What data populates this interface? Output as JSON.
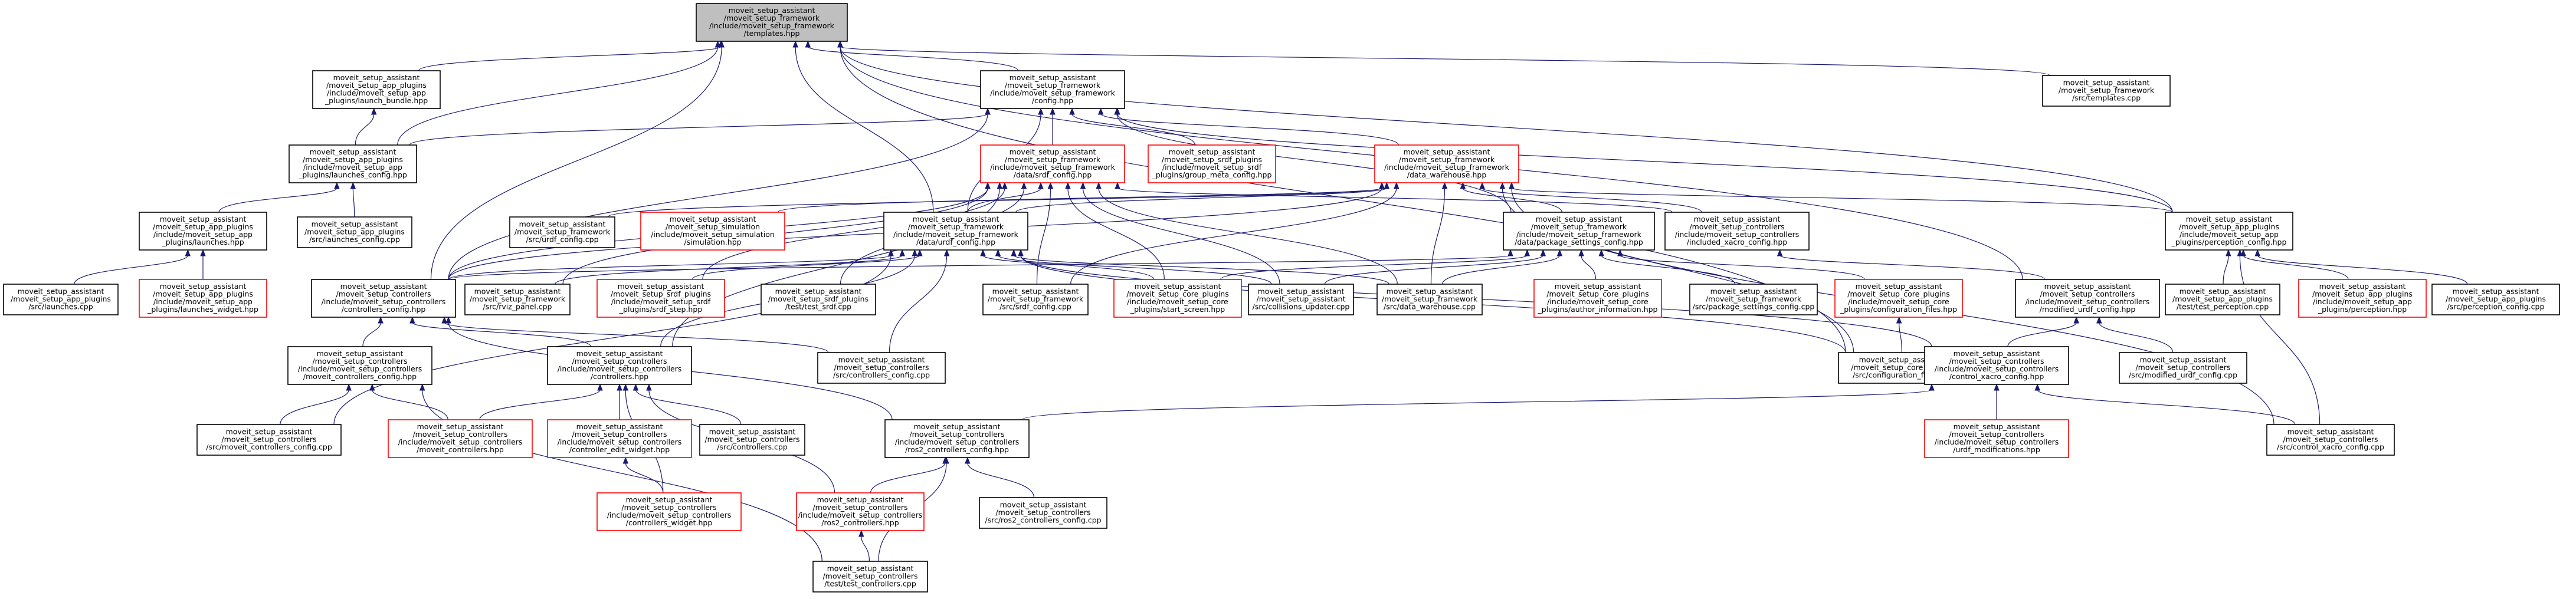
{
  "colors": {
    "edge": "#191970",
    "border_black": "#000000",
    "border_red": "#ff0000",
    "root_fill": "#bfbfbf",
    "fill": "#ffffff"
  },
  "nodes": [
    {
      "id": "templates_hpp",
      "lines": [
        "moveit_setup_assistant",
        "/moveit_setup_framework",
        "/include/moveit_setup_framework",
        "/templates.hpp"
      ],
      "border": "black",
      "fill": "root"
    },
    {
      "id": "launch_bundle",
      "lines": [
        "moveit_setup_assistant",
        "/moveit_setup_app_plugins",
        "/include/moveit_setup_app",
        "_plugins/launch_bundle.hpp"
      ],
      "border": "black"
    },
    {
      "id": "config_hpp",
      "lines": [
        "moveit_setup_assistant",
        "/moveit_setup_framework",
        "/include/moveit_setup_framework",
        "/config.hpp"
      ],
      "border": "black"
    },
    {
      "id": "templates_cpp",
      "lines": [
        "moveit_setup_assistant",
        "/moveit_setup_framework",
        "/src/templates.cpp"
      ],
      "border": "black"
    },
    {
      "id": "launches_config_hpp",
      "lines": [
        "moveit_setup_assistant",
        "/moveit_setup_app_plugins",
        "/include/moveit_setup_app",
        "_plugins/launches_config.hpp"
      ],
      "border": "black"
    },
    {
      "id": "srdf_config_hpp",
      "lines": [
        "moveit_setup_assistant",
        "/moveit_setup_framework",
        "/include/moveit_setup_framework",
        "/data/srdf_config.hpp"
      ],
      "border": "red"
    },
    {
      "id": "group_meta_config",
      "lines": [
        "moveit_setup_assistant",
        "/moveit_setup_srdf_plugins",
        "/include/moveit_setup_srdf",
        "_plugins/group_meta_config.hpp"
      ],
      "border": "red"
    },
    {
      "id": "data_warehouse_hpp",
      "lines": [
        "moveit_setup_assistant",
        "/moveit_setup_framework",
        "/include/moveit_setup_framework",
        "/data_warehouse.hpp"
      ],
      "border": "red"
    },
    {
      "id": "launches_hpp",
      "lines": [
        "moveit_setup_assistant",
        "/moveit_setup_app_plugins",
        "/include/moveit_setup_app",
        "_plugins/launches.hpp"
      ],
      "border": "black"
    },
    {
      "id": "launches_config_cpp",
      "lines": [
        "moveit_setup_assistant",
        "/moveit_setup_app_plugins",
        "/src/launches_config.cpp"
      ],
      "border": "black"
    },
    {
      "id": "urdf_config_cpp",
      "lines": [
        "moveit_setup_assistant",
        "/moveit_setup_framework",
        "/src/urdf_config.cpp"
      ],
      "border": "black"
    },
    {
      "id": "simulation_hpp",
      "lines": [
        "moveit_setup_assistant",
        "/moveit_setup_simulation",
        "/include/moveit_setup_simulation",
        "/simulation.hpp"
      ],
      "border": "red"
    },
    {
      "id": "urdf_config_hpp",
      "lines": [
        "moveit_setup_assistant",
        "/moveit_setup_framework",
        "/include/moveit_setup_framework",
        "/data/urdf_config.hpp"
      ],
      "border": "black"
    },
    {
      "id": "package_settings_hpp",
      "lines": [
        "moveit_setup_assistant",
        "/moveit_setup_framework",
        "/include/moveit_setup_framework",
        "/data/package_settings_config.hpp"
      ],
      "border": "black"
    },
    {
      "id": "included_xacro_hpp",
      "lines": [
        "moveit_setup_assistant",
        "/moveit_setup_controllers",
        "/include/moveit_setup_controllers",
        "/included_xacro_config.hpp"
      ],
      "border": "black"
    },
    {
      "id": "perception_config_hpp",
      "lines": [
        "moveit_setup_assistant",
        "/moveit_setup_app_plugins",
        "/include/moveit_setup_app",
        "_plugins/perception_config.hpp"
      ],
      "border": "black"
    },
    {
      "id": "launches_cpp",
      "lines": [
        "moveit_setup_assistant",
        "/moveit_setup_app_plugins",
        "/src/launches.cpp"
      ],
      "border": "black"
    },
    {
      "id": "launches_widget",
      "lines": [
        "moveit_setup_assistant",
        "/moveit_setup_app_plugins",
        "/include/moveit_setup_app",
        "_plugins/launches_widget.hpp"
      ],
      "border": "red"
    },
    {
      "id": "controllers_config_hpp",
      "lines": [
        "moveit_setup_assistant",
        "/moveit_setup_controllers",
        "/include/moveit_setup_controllers",
        "/controllers_config.hpp"
      ],
      "border": "black"
    },
    {
      "id": "rviz_panel",
      "lines": [
        "moveit_setup_assistant",
        "/moveit_setup_framework",
        "/src/rviz_panel.cpp"
      ],
      "border": "black"
    },
    {
      "id": "srdf_step",
      "lines": [
        "moveit_setup_assistant",
        "/moveit_setup_srdf_plugins",
        "/include/moveit_setup_srdf",
        "_plugins/srdf_step.hpp"
      ],
      "border": "red"
    },
    {
      "id": "test_srdf",
      "lines": [
        "moveit_setup_assistant",
        "/moveit_setup_srdf_plugins",
        "/test/test_srdf.cpp"
      ],
      "border": "black"
    },
    {
      "id": "srdf_config_cpp",
      "lines": [
        "moveit_setup_assistant",
        "/moveit_setup_framework",
        "/src/srdf_config.cpp"
      ],
      "border": "black"
    },
    {
      "id": "start_screen",
      "lines": [
        "moveit_setup_assistant",
        "/moveit_setup_core_plugins",
        "/include/moveit_setup_core",
        "_plugins/start_screen.hpp"
      ],
      "border": "red"
    },
    {
      "id": "collisions_updater",
      "lines": [
        "moveit_setup_assistant",
        "/moveit_setup_assistant",
        "/src/collisions_updater.cpp"
      ],
      "border": "black"
    },
    {
      "id": "data_warehouse_cpp",
      "lines": [
        "moveit_setup_assistant",
        "/moveit_setup_framework",
        "/src/data_warehouse.cpp"
      ],
      "border": "black"
    },
    {
      "id": "author_information",
      "lines": [
        "moveit_setup_assistant",
        "/moveit_setup_core_plugins",
        "/include/moveit_setup_core",
        "_plugins/author_information.hpp"
      ],
      "border": "red"
    },
    {
      "id": "package_settings_cpp",
      "lines": [
        "moveit_setup_assistant",
        "/moveit_setup_framework",
        "/src/package_settings_config.cpp"
      ],
      "border": "black"
    },
    {
      "id": "configuration_files_hpp",
      "lines": [
        "moveit_setup_assistant",
        "/moveit_setup_core_plugins",
        "/include/moveit_setup_core",
        "_plugins/configuration_files.hpp"
      ],
      "border": "red"
    },
    {
      "id": "modified_urdf_hpp",
      "lines": [
        "moveit_setup_assistant",
        "/moveit_setup_controllers",
        "/include/moveit_setup_controllers",
        "/modified_urdf_config.hpp"
      ],
      "border": "black"
    },
    {
      "id": "test_perception",
      "lines": [
        "moveit_setup_assistant",
        "/moveit_setup_app_plugins",
        "/test/test_perception.cpp"
      ],
      "border": "black"
    },
    {
      "id": "perception_hpp",
      "lines": [
        "moveit_setup_assistant",
        "/moveit_setup_app_plugins",
        "/include/moveit_setup_app",
        "_plugins/perception.hpp"
      ],
      "border": "red"
    },
    {
      "id": "perception_cpp",
      "lines": [
        "moveit_setup_assistant",
        "/moveit_setup_app_plugins",
        "/src/perception_config.cpp"
      ],
      "border": "black"
    },
    {
      "id": "moveit_controllers_config_hpp",
      "lines": [
        "moveit_setup_assistant",
        "/moveit_setup_controllers",
        "/include/moveit_setup_controllers",
        "/moveit_controllers_config.hpp"
      ],
      "border": "black"
    },
    {
      "id": "controllers_hpp",
      "lines": [
        "moveit_setup_assistant",
        "/moveit_setup_controllers",
        "/include/moveit_setup_controllers",
        "/controllers.hpp"
      ],
      "border": "black"
    },
    {
      "id": "controllers_config_cpp",
      "lines": [
        "moveit_setup_assistant",
        "/moveit_setup_controllers",
        "/src/controllers_config.cpp"
      ],
      "border": "black"
    },
    {
      "id": "configuration_files_cpp",
      "lines": [
        "moveit_setup_assistant",
        "/moveit_setup_core_plugins",
        "/src/configuration_files.cpp"
      ],
      "border": "black"
    },
    {
      "id": "control_xacro_hpp",
      "lines": [
        "moveit_setup_assistant",
        "/moveit_setup_controllers",
        "/include/moveit_setup_controllers",
        "/control_xacro_config.hpp"
      ],
      "border": "black"
    },
    {
      "id": "modified_urdf_cpp",
      "lines": [
        "moveit_setup_assistant",
        "/moveit_setup_controllers",
        "/src/modified_urdf_config.cpp"
      ],
      "border": "black"
    },
    {
      "id": "moveit_controllers_cpp",
      "lines": [
        "moveit_setup_assistant",
        "/moveit_setup_controllers",
        "/src/moveit_controllers_config.cpp"
      ],
      "border": "black"
    },
    {
      "id": "moveit_controllers_hpp",
      "lines": [
        "moveit_setup_assistant",
        "/moveit_setup_controllers",
        "/include/moveit_setup_controllers",
        "/moveit_controllers.hpp"
      ],
      "border": "red"
    },
    {
      "id": "controller_edit_widget",
      "lines": [
        "moveit_setup_assistant",
        "/moveit_setup_controllers",
        "/include/moveit_setup_controllers",
        "/controller_edit_widget.hpp"
      ],
      "border": "red"
    },
    {
      "id": "controllers_cpp",
      "lines": [
        "moveit_setup_assistant",
        "/moveit_setup_controllers",
        "/src/controllers.cpp"
      ],
      "border": "black"
    },
    {
      "id": "ros2_controllers_config_hpp",
      "lines": [
        "moveit_setup_assistant",
        "/moveit_setup_controllers",
        "/include/moveit_setup_controllers",
        "/ros2_controllers_config.hpp"
      ],
      "border": "black"
    },
    {
      "id": "urdf_modifications",
      "lines": [
        "moveit_setup_assistant",
        "/moveit_setup_controllers",
        "/include/moveit_setup_controllers",
        "/urdf_modifications.hpp"
      ],
      "border": "red"
    },
    {
      "id": "control_xacro_cpp",
      "lines": [
        "moveit_setup_assistant",
        "/moveit_setup_controllers",
        "/src/control_xacro_config.cpp"
      ],
      "border": "black"
    },
    {
      "id": "controllers_widget",
      "lines": [
        "moveit_setup_assistant",
        "/moveit_setup_controllers",
        "/include/moveit_setup_controllers",
        "/controllers_widget.hpp"
      ],
      "border": "red"
    },
    {
      "id": "ros2_controllers_hpp",
      "lines": [
        "moveit_setup_assistant",
        "/moveit_setup_controllers",
        "/include/moveit_setup_controllers",
        "/ros2_controllers.hpp"
      ],
      "border": "red"
    },
    {
      "id": "ros2_controllers_cpp",
      "lines": [
        "moveit_setup_assistant",
        "/moveit_setup_controllers",
        "/src/ros2_controllers_config.cpp"
      ],
      "border": "black"
    },
    {
      "id": "test_controllers",
      "lines": [
        "moveit_setup_assistant",
        "/moveit_setup_controllers",
        "/test/test_controllers.cpp"
      ],
      "border": "black"
    }
  ],
  "edges": [
    [
      "launch_bundle",
      "templates_hpp"
    ],
    [
      "config_hpp",
      "templates_hpp"
    ],
    [
      "templates_cpp",
      "templates_hpp"
    ],
    [
      "launches_config_hpp",
      "templates_hpp"
    ],
    [
      "controllers_config_hpp",
      "templates_hpp"
    ],
    [
      "urdf_config_hpp",
      "templates_hpp"
    ],
    [
      "perception_config_hpp",
      "templates_hpp"
    ],
    [
      "modified_urdf_hpp",
      "templates_hpp"
    ],
    [
      "configuration_files_cpp",
      "templates_hpp"
    ],
    [
      "launches_config_hpp",
      "launch_bundle"
    ],
    [
      "launches_config_hpp",
      "config_hpp"
    ],
    [
      "srdf_config_hpp",
      "config_hpp"
    ],
    [
      "group_meta_config",
      "config_hpp"
    ],
    [
      "data_warehouse_hpp",
      "config_hpp"
    ],
    [
      "urdf_config_hpp",
      "config_hpp"
    ],
    [
      "package_settings_hpp",
      "config_hpp"
    ],
    [
      "perception_config_hpp",
      "config_hpp"
    ],
    [
      "controllers_config_hpp",
      "config_hpp"
    ],
    [
      "launches_hpp",
      "launches_config_hpp"
    ],
    [
      "launches_config_cpp",
      "launches_config_hpp"
    ],
    [
      "launches_cpp",
      "launches_hpp"
    ],
    [
      "launches_widget",
      "launches_hpp"
    ],
    [
      "urdf_config_hpp",
      "srdf_config_hpp"
    ],
    [
      "controllers_config_hpp",
      "srdf_config_hpp"
    ],
    [
      "rviz_panel",
      "srdf_config_hpp"
    ],
    [
      "srdf_step",
      "srdf_config_hpp"
    ],
    [
      "test_srdf",
      "srdf_config_hpp"
    ],
    [
      "srdf_config_cpp",
      "srdf_config_hpp"
    ],
    [
      "start_screen",
      "srdf_config_hpp"
    ],
    [
      "collisions_updater",
      "srdf_config_hpp"
    ],
    [
      "data_warehouse_cpp",
      "srdf_config_hpp"
    ],
    [
      "included_xacro_hpp",
      "srdf_config_hpp"
    ],
    [
      "controllers_hpp",
      "srdf_config_hpp"
    ],
    [
      "urdf_config_cpp",
      "data_warehouse_hpp"
    ],
    [
      "simulation_hpp",
      "data_warehouse_hpp"
    ],
    [
      "urdf_config_hpp",
      "data_warehouse_hpp"
    ],
    [
      "package_settings_hpp",
      "data_warehouse_hpp"
    ],
    [
      "included_xacro_hpp",
      "data_warehouse_hpp"
    ],
    [
      "perception_config_hpp",
      "data_warehouse_hpp"
    ],
    [
      "srdf_config_cpp",
      "data_warehouse_hpp"
    ],
    [
      "data_warehouse_cpp",
      "data_warehouse_hpp"
    ],
    [
      "configuration_files_cpp",
      "data_warehouse_hpp"
    ],
    [
      "control_xacro_cpp",
      "data_warehouse_hpp"
    ],
    [
      "controllers_config_hpp",
      "data_warehouse_hpp"
    ],
    [
      "controllers_config_hpp",
      "urdf_config_hpp"
    ],
    [
      "rviz_panel",
      "urdf_config_hpp"
    ],
    [
      "srdf_step",
      "urdf_config_hpp"
    ],
    [
      "start_screen",
      "urdf_config_hpp"
    ],
    [
      "collisions_updater",
      "urdf_config_hpp"
    ],
    [
      "data_warehouse_cpp",
      "urdf_config_hpp"
    ],
    [
      "controllers_config_cpp",
      "urdf_config_hpp"
    ],
    [
      "configuration_files_cpp",
      "urdf_config_hpp"
    ],
    [
      "control_xacro_hpp",
      "urdf_config_hpp"
    ],
    [
      "moveit_controllers_cpp",
      "urdf_config_hpp"
    ],
    [
      "controllers_hpp",
      "urdf_config_hpp"
    ],
    [
      "author_information",
      "package_settings_hpp"
    ],
    [
      "package_settings_cpp",
      "package_settings_hpp"
    ],
    [
      "configuration_files_hpp",
      "package_settings_hpp"
    ],
    [
      "start_screen",
      "package_settings_hpp"
    ],
    [
      "collisions_updater",
      "package_settings_hpp"
    ],
    [
      "data_warehouse_cpp",
      "package_settings_hpp"
    ],
    [
      "controllers_config_hpp",
      "package_settings_hpp"
    ],
    [
      "modified_urdf_hpp",
      "included_xacro_hpp"
    ],
    [
      "test_perception",
      "perception_config_hpp"
    ],
    [
      "perception_hpp",
      "perception_config_hpp"
    ],
    [
      "perception_cpp",
      "perception_config_hpp"
    ],
    [
      "moveit_controllers_config_hpp",
      "controllers_config_hpp"
    ],
    [
      "controllers_hpp",
      "controllers_config_hpp"
    ],
    [
      "controllers_config_cpp",
      "controllers_config_hpp"
    ],
    [
      "ros2_controllers_config_hpp",
      "controllers_config_hpp"
    ],
    [
      "configuration_files_cpp",
      "configuration_files_hpp"
    ],
    [
      "control_xacro_hpp",
      "modified_urdf_hpp"
    ],
    [
      "modified_urdf_cpp",
      "modified_urdf_hpp"
    ],
    [
      "moveit_controllers_cpp",
      "moveit_controllers_config_hpp"
    ],
    [
      "moveit_controllers_hpp",
      "moveit_controllers_config_hpp"
    ],
    [
      "test_controllers",
      "moveit_controllers_config_hpp"
    ],
    [
      "moveit_controllers_hpp",
      "controllers_hpp"
    ],
    [
      "controller_edit_widget",
      "controllers_hpp"
    ],
    [
      "controllers_cpp",
      "controllers_hpp"
    ],
    [
      "ros2_controllers_hpp",
      "controllers_hpp"
    ],
    [
      "controllers_widget",
      "controllers_hpp"
    ],
    [
      "ros2_controllers_config_hpp",
      "control_xacro_hpp"
    ],
    [
      "urdf_modifications",
      "control_xacro_hpp"
    ],
    [
      "control_xacro_cpp",
      "control_xacro_hpp"
    ],
    [
      "controllers_widget",
      "controller_edit_widget"
    ],
    [
      "ros2_controllers_hpp",
      "ros2_controllers_config_hpp"
    ],
    [
      "ros2_controllers_cpp",
      "ros2_controllers_config_hpp"
    ],
    [
      "test_controllers",
      "ros2_controllers_config_hpp"
    ],
    [
      "test_controllers",
      "ros2_controllers_hpp"
    ],
    [
      "control_xacro_cpp",
      "perception_config_hpp"
    ]
  ]
}
